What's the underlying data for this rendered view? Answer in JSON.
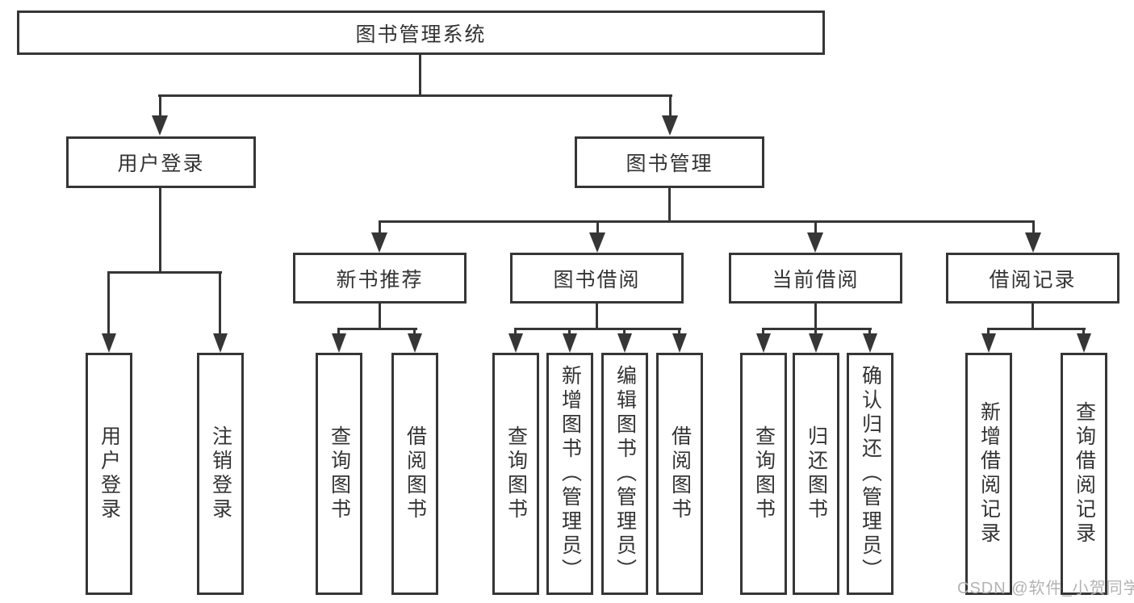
{
  "title": "图书管理系统",
  "level2": {
    "user_login": "用户登录",
    "book_management": "图书管理"
  },
  "level3": {
    "new_book_recommend": "新书推荐",
    "book_borrow": "图书借阅",
    "current_borrow": "当前借阅",
    "borrow_record": "借阅记录"
  },
  "leaves": {
    "user_login": [
      "用户登录",
      "注销登录"
    ],
    "new_book_recommend": [
      "查询图书",
      "借阅图书"
    ],
    "book_borrow": [
      "查询图书",
      "新增图书（管理员）",
      "编辑图书（管理员）",
      "借阅图书"
    ],
    "current_borrow": [
      "查询图书",
      "归还图书",
      "确认归还（管理员）"
    ],
    "borrow_record": [
      "新增借阅记录",
      "查询借阅记录"
    ]
  },
  "watermark": "CSDN @软件_小贺同学",
  "colors": {
    "line": "#363636",
    "text": "#333333",
    "watermark": "#b3b3b3",
    "background": "#ffffff"
  }
}
